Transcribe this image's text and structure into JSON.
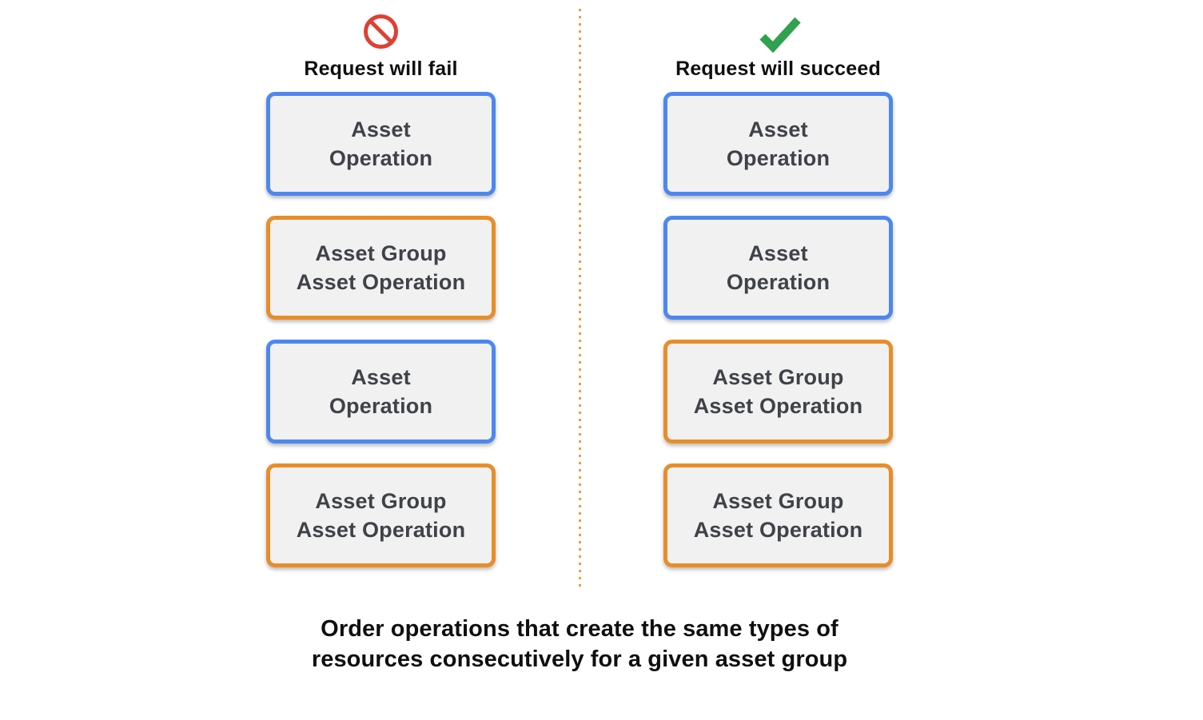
{
  "page": {
    "background": "#ffffff"
  },
  "colors": {
    "blue": "#4d87f0",
    "orange": "#e88d28",
    "red": "#df4034",
    "green": "#2fa14f",
    "divider": "#e8a13c",
    "box_bg": "#f1f1f2",
    "box_text": "#3f4347",
    "heading_text": "#0f0f0f"
  },
  "columns": [
    {
      "id": "fail",
      "icon": "prohibited-icon",
      "title": "Request will fail",
      "boxes": [
        {
          "line1": "Asset",
          "line2": "Operation",
          "type": "blue"
        },
        {
          "line1": "Asset Group",
          "line2": "Asset Operation",
          "type": "orange"
        },
        {
          "line1": "Asset",
          "line2": "Operation",
          "type": "blue"
        },
        {
          "line1": "Asset Group",
          "line2": "Asset Operation",
          "type": "orange"
        }
      ]
    },
    {
      "id": "succeed",
      "icon": "checkmark-icon",
      "title": "Request will succeed",
      "boxes": [
        {
          "line1": "Asset",
          "line2": "Operation",
          "type": "blue"
        },
        {
          "line1": "Asset",
          "line2": "Operation",
          "type": "blue"
        },
        {
          "line1": "Asset Group",
          "line2": "Asset Operation",
          "type": "orange"
        },
        {
          "line1": "Asset Group",
          "line2": "Asset Operation",
          "type": "orange"
        }
      ]
    }
  ],
  "caption": {
    "line1": "Order operations that create the same types of",
    "line2": "resources consecutively for a given asset group"
  }
}
